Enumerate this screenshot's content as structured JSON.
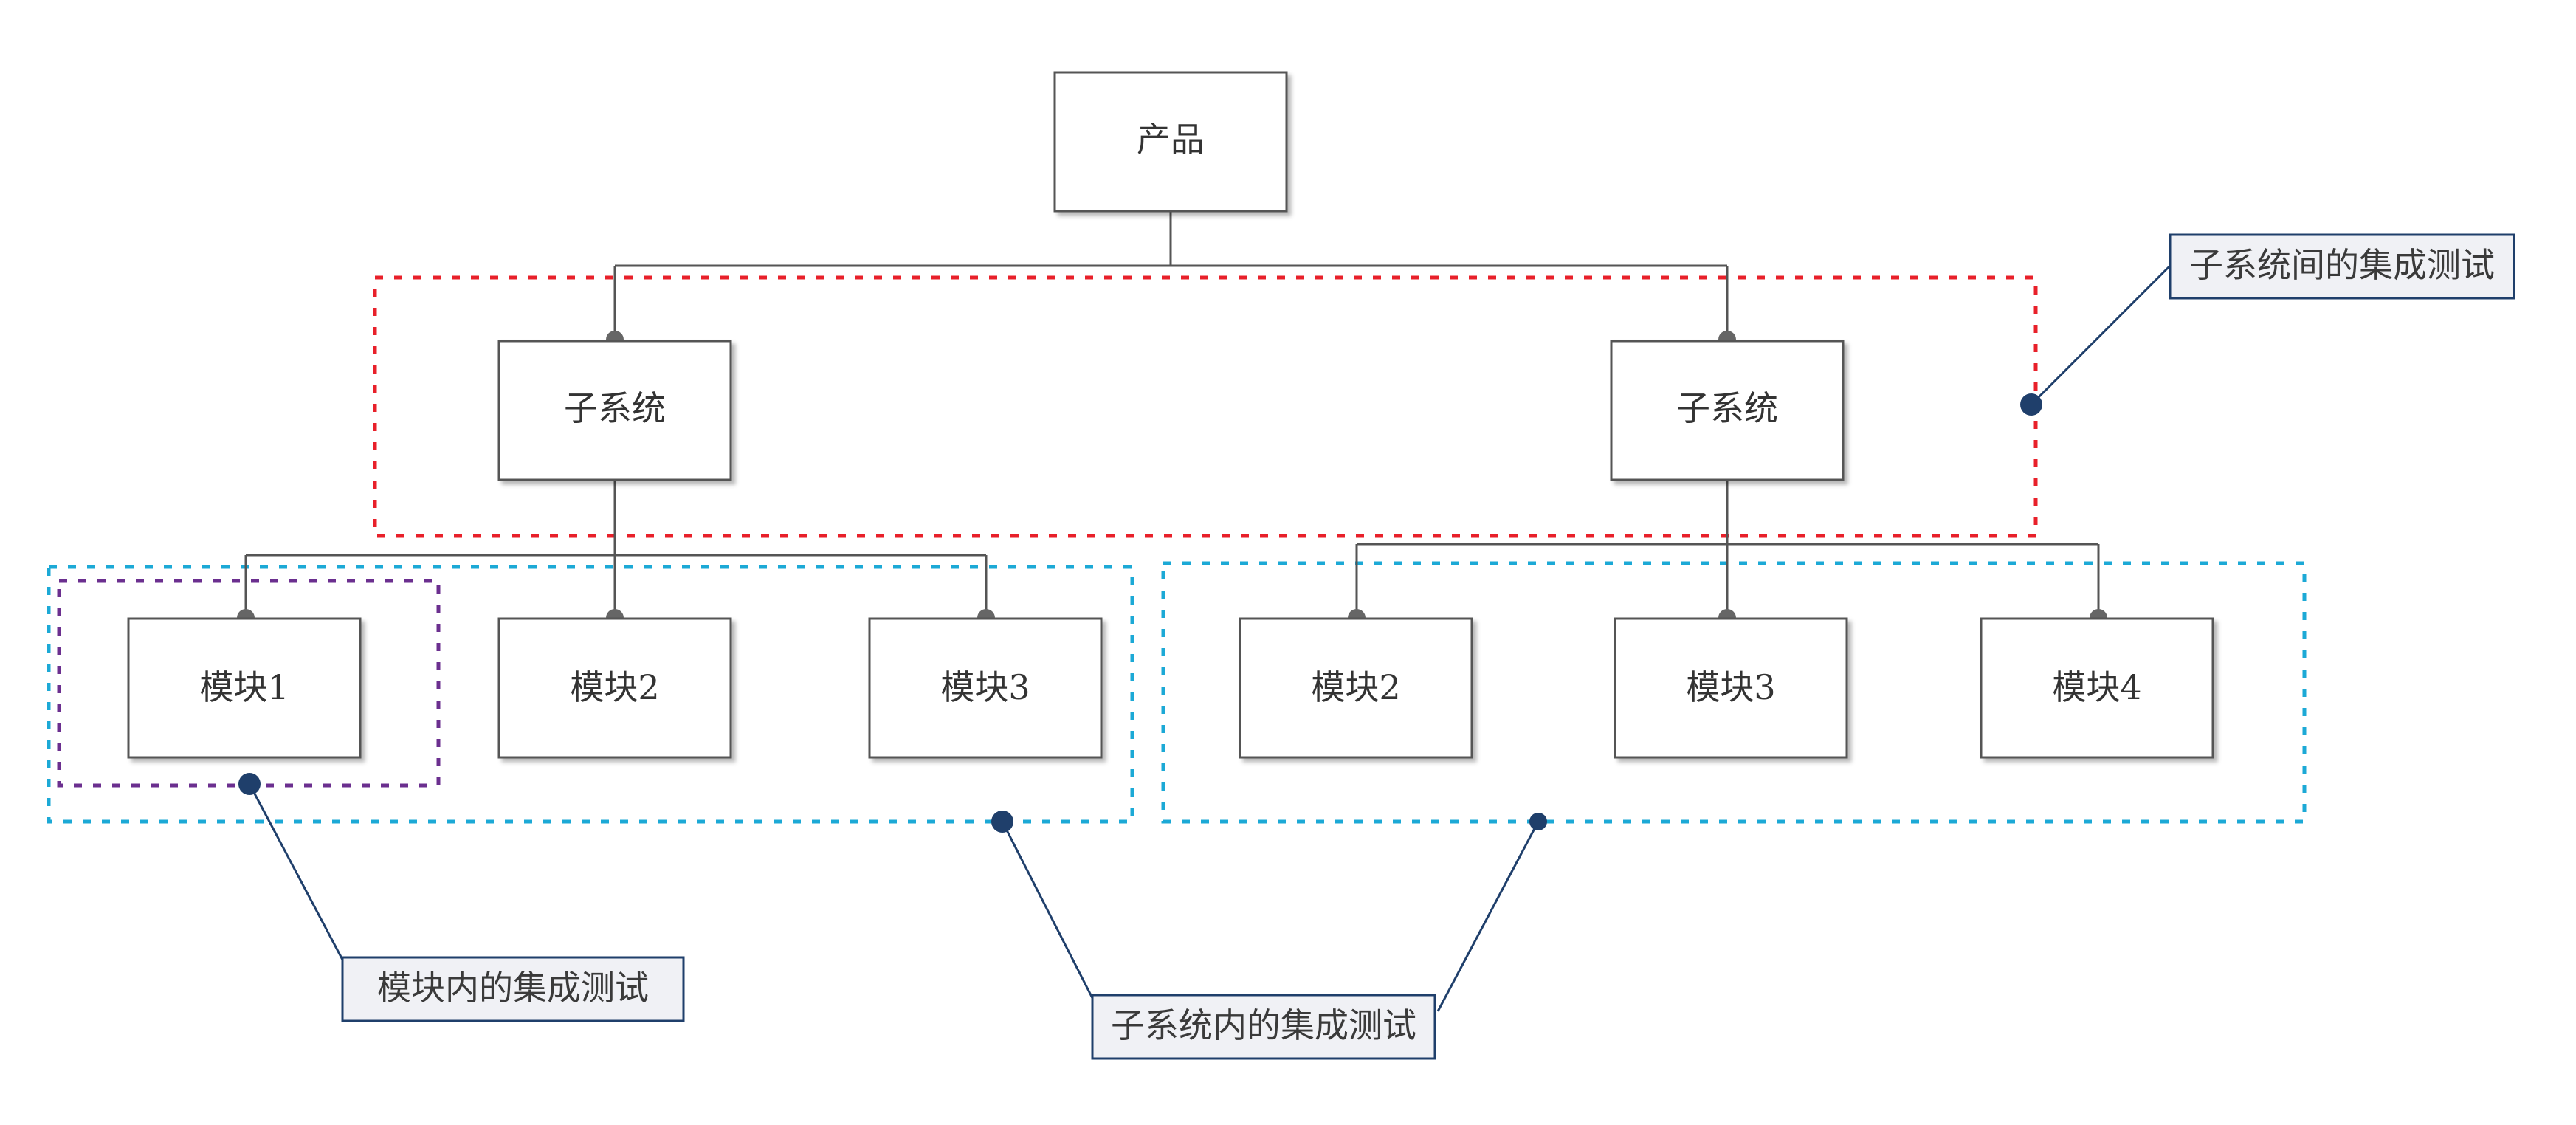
{
  "nodes": {
    "product": "产品",
    "subsystem_left": "子系统",
    "subsystem_right": "子系统",
    "left_module_1": "模块1",
    "left_module_2": "模块2",
    "left_module_3": "模块3",
    "right_module_2": "模块2",
    "right_module_3": "模块3",
    "right_module_4": "模块4"
  },
  "callouts": {
    "between_subsystems": "子系统间的集成测试",
    "within_module": "模块内的集成测试",
    "within_subsystem": "子系统内的集成测试"
  },
  "colors": {
    "between_subsystems_frame": "#e8202a",
    "within_subsystem_frame": "#1ca9d6",
    "within_module_frame": "#6b2f8f",
    "callout_border": "#1f3f6b",
    "callout_fill": "#f0f1f5",
    "anchor_dot": "#1f3f6b",
    "connector": "#555555",
    "connector_dot": "#666666"
  }
}
